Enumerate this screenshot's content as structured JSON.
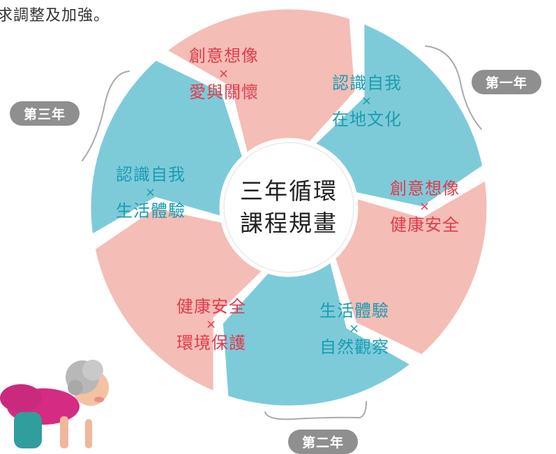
{
  "top_text": "求調整及加強。",
  "center": {
    "line1": "三年循環",
    "line2": "課程規畫"
  },
  "segments": [
    {
      "line1": "認識自我",
      "x": "×",
      "line2": "在地文化"
    },
    {
      "line1": "創意想像",
      "x": "×",
      "line2": "健康安全"
    },
    {
      "line1": "生活體驗",
      "x": "×",
      "line2": "自然觀察"
    },
    {
      "line1": "健康安全",
      "x": "×",
      "line2": "環境保護"
    },
    {
      "line1": "認識自我",
      "x": "×",
      "line2": "生活體驗"
    },
    {
      "line1": "創意想像",
      "x": "×",
      "line2": "愛與關懷"
    }
  ],
  "years": {
    "first": "第一年",
    "second": "第二年",
    "third": "第三年"
  },
  "colors": {
    "pink": "#f4bdb6",
    "blue": "#7dcbd9",
    "pink_text": "#e23a4c",
    "blue_text": "#1a9cb1",
    "badge": "#8f8f8f"
  },
  "illustration": "elderly-woman-exercising"
}
